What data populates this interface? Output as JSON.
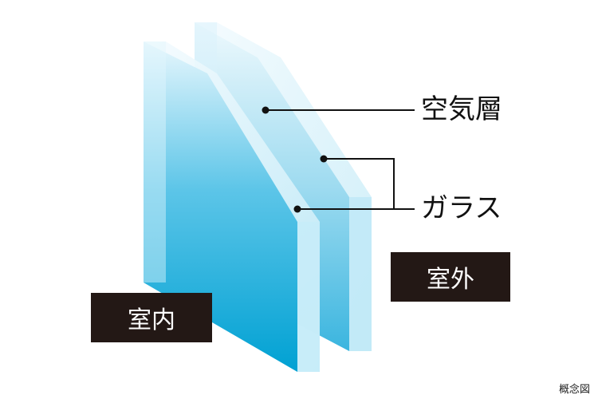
{
  "diagram": {
    "labels": {
      "air_layer": "空気層",
      "glass": "ガラス",
      "outdoor": "室外",
      "indoor": "室内"
    },
    "caption": "概念図"
  },
  "colors": {
    "glass_light": "#e6f6fc",
    "glass_deep": "#00a6d6",
    "leader": "#111111",
    "box_bg": "#231815",
    "box_text": "#ffffff"
  }
}
